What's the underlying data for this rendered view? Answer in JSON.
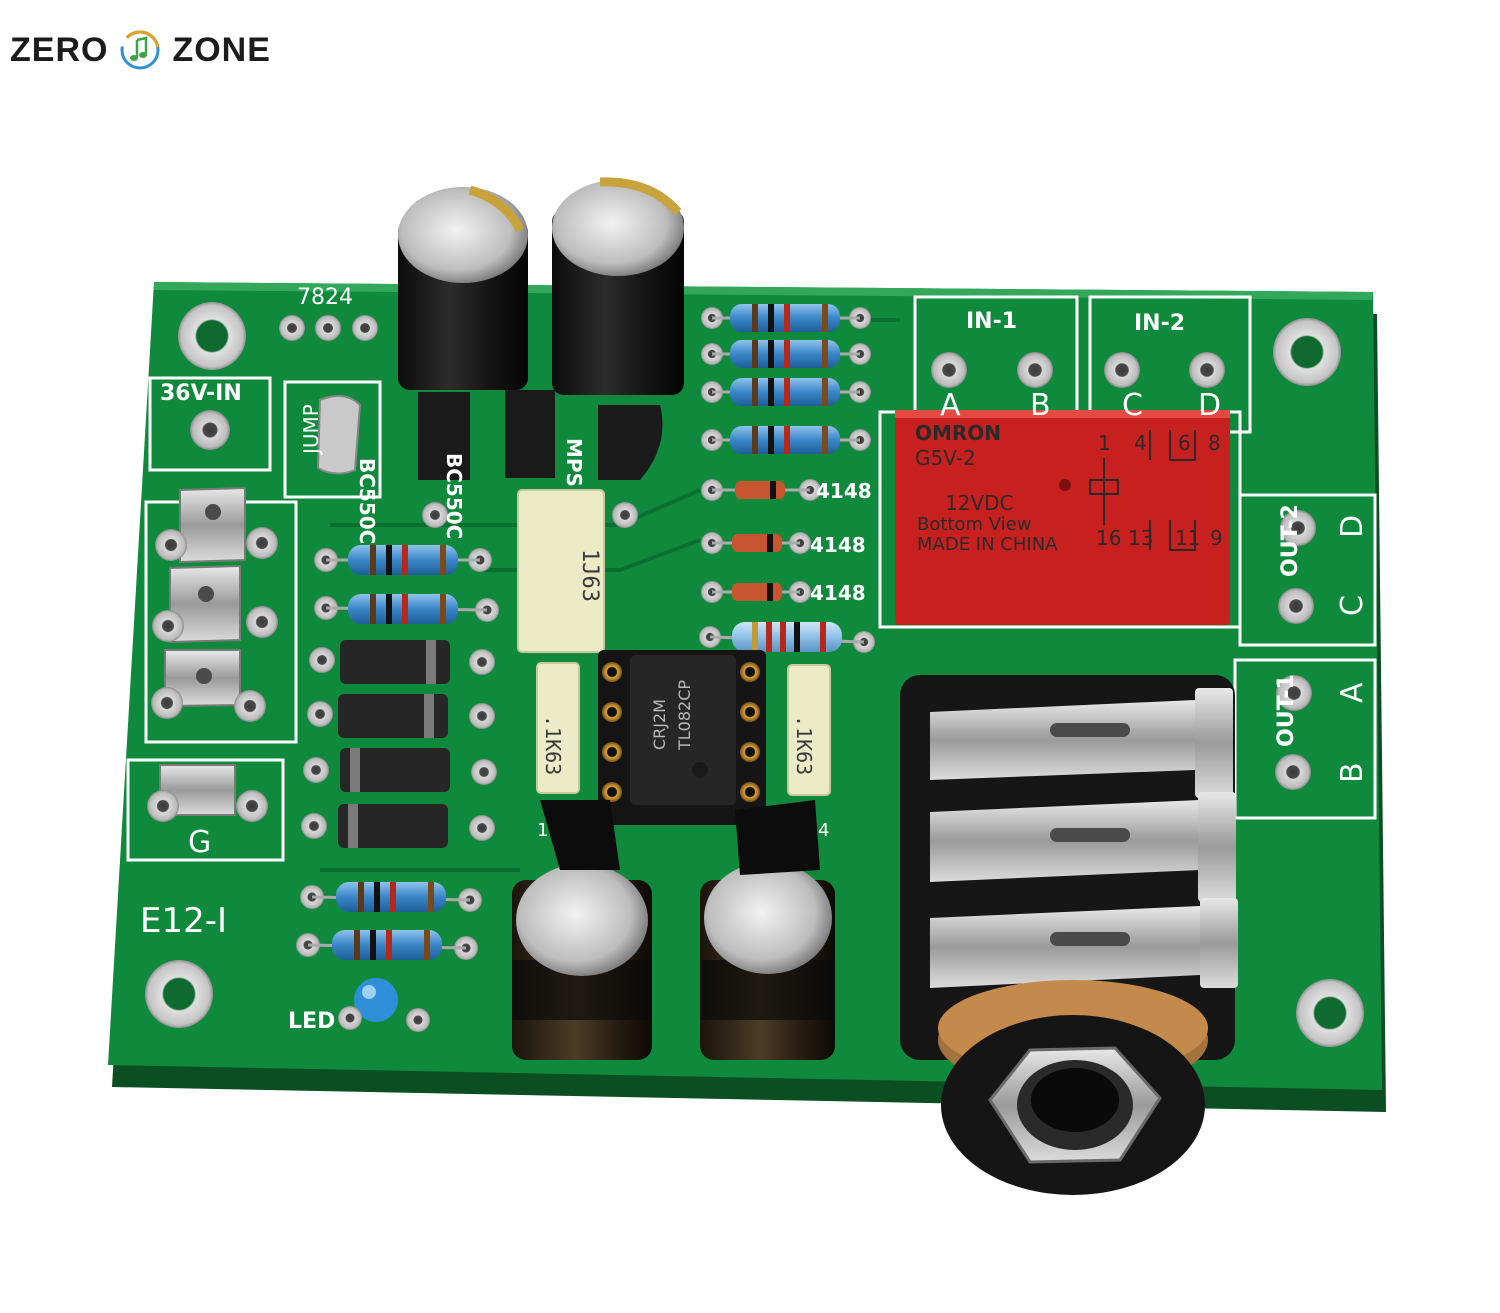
{
  "brand": {
    "left_word": "ZERO",
    "right_word": "ZONE",
    "logo_icon": "music-note-circle-icon"
  },
  "colors": {
    "pcb_green": "#0f8a3c",
    "silkscreen": "#ffffff",
    "relay_red": "#c8201f",
    "brand_text": "#1c1c1c"
  },
  "board": {
    "model": "E12-I",
    "regulator": "7824",
    "power_in": "36V-IN",
    "jumper": "JUMP",
    "ground": "G",
    "led": "LED",
    "in1": "IN-1",
    "in2": "IN-2",
    "out1": "OUT-1",
    "out2": "OUT-2",
    "pin_a": "A",
    "pin_b": "B",
    "pin_c": "C",
    "pin_d": "D",
    "transistor1": "BC550C",
    "transistor2": "BC550C",
    "transistor3": "MPS",
    "diode_code": "4148",
    "socket_pin1": "1",
    "socket_pin4": "4"
  },
  "relay": {
    "brand": "OMRON",
    "model": "G5V-2",
    "voltage": "12VDC",
    "line2": "Bottom View",
    "line3": "MADE IN CHINA",
    "pins_top": [
      "1",
      "4",
      "6",
      "8"
    ],
    "pins_bottom": [
      "16",
      "13",
      "11",
      "9"
    ]
  },
  "film_caps": {
    "big": "1J63",
    "small_left": ".1K63",
    "small_right": ".1K63"
  },
  "opamp": {
    "line1": "CRJ2M",
    "line2": "TL082CP"
  }
}
